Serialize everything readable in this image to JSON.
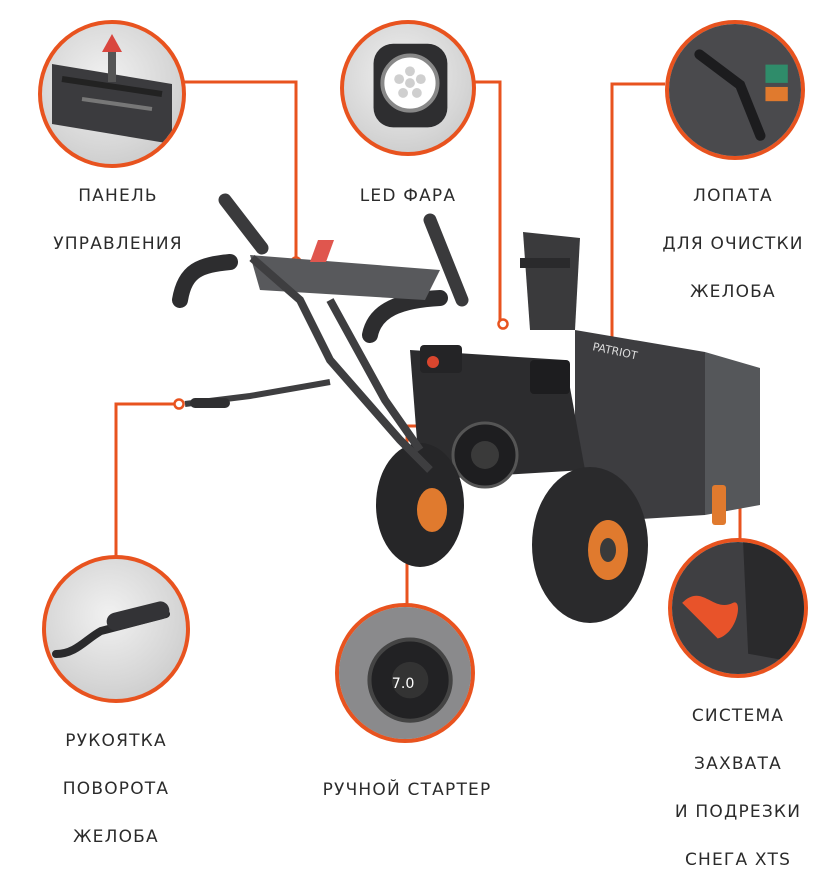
{
  "labels": {
    "control_panel": [
      "ПАНЕЛЬ",
      "УПРАВЛЕНИЯ"
    ],
    "led_light": [
      "LED ФАРА"
    ],
    "chute_shovel": [
      "ЛОПАТА",
      "ДЛЯ ОЧИСТКИ",
      "ЖЕЛОБА"
    ],
    "chute_handle": [
      "РУКОЯТКА",
      "ПОВОРОТА",
      "ЖЕЛОБА"
    ],
    "manual_starter": [
      "РУЧНОЙ СТАРТЕР"
    ],
    "xts_system": [
      "СИСТЕМА",
      "ЗАХВАТА",
      "И ПОДРЕЗКИ",
      "СНЕГА XTS"
    ]
  },
  "product": {
    "brand": "PATRIOT",
    "engine_badge": "7.0"
  },
  "colors": {
    "accent": "#e8531f",
    "text": "#2b2b2b",
    "machine_body": "#3a3a3c",
    "machine_dark": "#1f1f21",
    "machine_orange": "#e07a2e"
  }
}
